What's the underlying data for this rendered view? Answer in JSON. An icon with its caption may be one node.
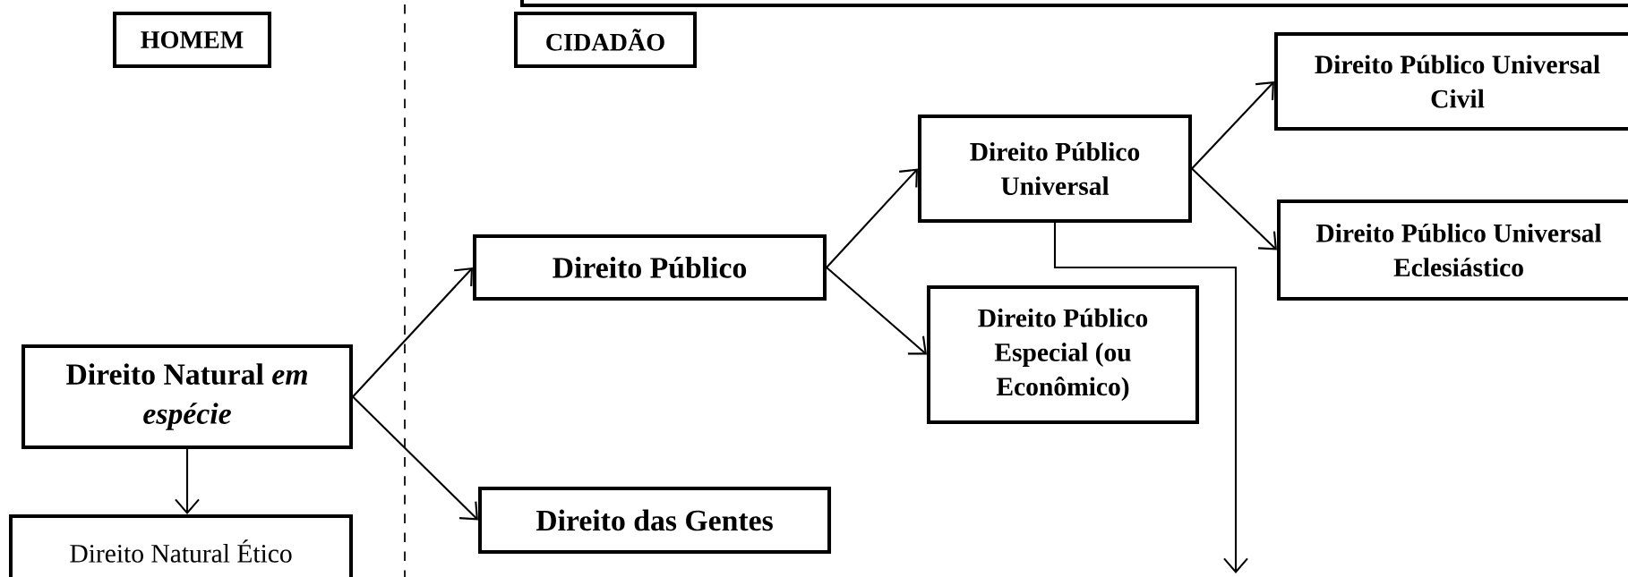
{
  "diagram": {
    "nodes": [
      {
        "text": [],
        "shape": "box"
      },
      {
        "text": [
          "HOMEM"
        ]
      },
      {
        "text": [
          "CIDADÃO"
        ]
      },
      {
        "text": [
          "Direito Público Universal Civil"
        ]
      },
      {
        "text": [
          "Direito Público Universal"
        ]
      },
      {
        "text": [
          "Direito Público Universal Eclesiástico"
        ]
      },
      {
        "text": [
          "Direito Público"
        ]
      },
      {
        "text": [
          "Direito Público Especial (ou Econômico)"
        ]
      },
      {
        "text": [
          "Direito Natural *em espécie*"
        ]
      },
      {
        "text": [
          "Direito das Gentes"
        ]
      },
      {
        "text": [
          "Direito Natural Ético"
        ]
      }
    ],
    "edges": [
      {
        "from": 8,
        "to": 6,
        "arrow": "to"
      },
      {
        "from": 8,
        "to": 9,
        "arrow": "to"
      },
      {
        "from": 8,
        "to": 10,
        "arrow": "to"
      },
      {
        "from": 6,
        "to": 4,
        "arrow": "to"
      },
      {
        "from": 6,
        "to": 7,
        "arrow": "to"
      },
      {
        "from": 4,
        "to": 3,
        "arrow": "to"
      },
      {
        "from": 4,
        "to": 5,
        "arrow": "to"
      },
      {
        "from": 4,
        "to": null,
        "arrow": "to"
      }
    ]
  }
}
